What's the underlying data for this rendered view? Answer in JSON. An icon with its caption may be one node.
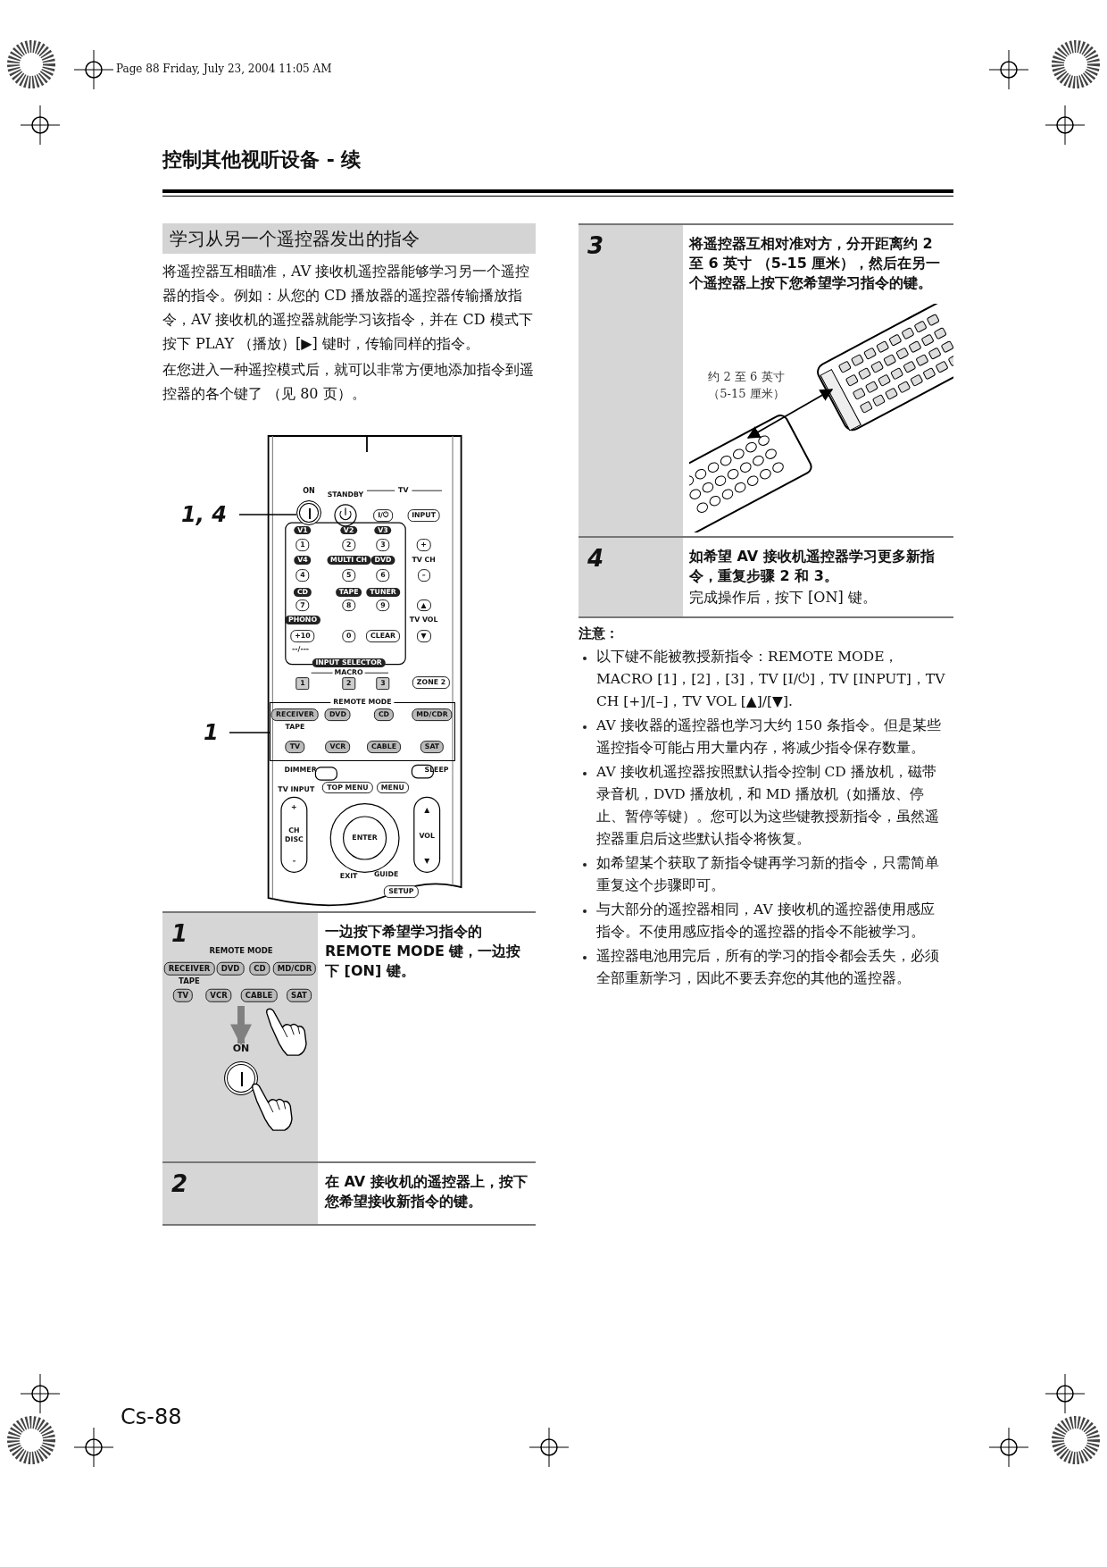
{
  "diagram": {
    "title": "控制其他视听设备 - 续",
    "nodes": [
      {
        "text": [
          "1, 4"
        ]
      },
      {
        "text": [
          "ON"
        ]
      },
      {
        "text": [
          "1"
        ]
      },
      {
        "text": [
          "REMOTE MODE"
        ]
      },
      {
        "text": [
          "REMOTE MODE"
        ]
      },
      {
        "text": [
          "ON"
        ]
      }
    ],
    "edges": [
      {
        "from": 0,
        "to": 1,
        "arrow": "none"
      },
      {
        "from": 2,
        "to": 3,
        "arrow": "none"
      },
      {
        "from": 4,
        "to": 5,
        "arrow": "to",
        "style": "thick",
        "color": "#808080"
      }
    ],
    "labels": [
      "Page 88 Friday, July 23, 2004 11:05 AM",
      "学习从另一个遥控器发出的指令",
      "将遥控器互相瞄准，AV 接收机遥控器能够学习另一个遥控器的指令。例如：从您的 CD 播放器的遥控器传输播放指令，AV 接收机的遥控器就能学习该指令，并在 CD 模式下按下 PLAY （播放）[▶] 键时，传输同样的指令。",
      "在您进入一种遥控模式后，就可以非常方便地添加指令到遥控器的各个键了 （见 80 页）。",
      "STANDBY",
      "TV",
      "I/⏻",
      "INPUT",
      "V1",
      "V2",
      "V3",
      "1",
      "2",
      "3",
      "+",
      "V4",
      "MULTI CH",
      "DVD",
      "TV CH",
      "4",
      "5",
      "6",
      "–",
      "CD",
      "TAPE",
      "TUNER",
      "7",
      "8",
      "9",
      "▲",
      "PHONO",
      "TV VOL",
      "+10",
      "0",
      "CLEAR",
      "▼",
      "--/---",
      "INPUT SELECTOR",
      "MACRO",
      "1",
      "2",
      "3",
      "ZONE 2",
      "RECEIVER",
      "DVD",
      "CD",
      "MD/CDR",
      "TAPE",
      "TV",
      "VCR",
      "CABLE",
      "SAT",
      "DIMMER",
      "SLEEP",
      "TV INPUT",
      "TOP MENU",
      "MENU",
      "+",
      "CH",
      "DISC",
      "–",
      "ENTER",
      "▲",
      "VOL",
      "▼",
      "EXIT",
      "GUIDE",
      "SETUP",
      "RECEIVER",
      "DVD",
      "CD",
      "MD/CDR",
      "TAPE",
      "TV",
      "VCR",
      "CABLE",
      "SAT",
      "1",
      "一边按下希望学习指令的 REMOTE MODE 键，一边按下 [ON] 键。",
      "2",
      "在 AV 接收机的遥控器上，按下您希望接收新指令的键。",
      "3",
      "将遥控器互相对准对方，分开距离约 2 至 6 英寸 （5-15 厘米），然后在另一个遥控器上按下您希望学习指令的键。",
      "约 2 至 6 英寸（5-15 厘米）",
      "4",
      "如希望 AV 接收机遥控器学习更多新指令，重复步骤 2 和 3。",
      "完成操作后，按下 [ON] 键。",
      "注意：",
      "以下键不能被教授新指令：REMOTE MODE，MACRO [1]，[2]，[3]，TV [I/⏻]，TV [INPUT]，TV CH [+]/[–]，TV VOL [▲]/[▼].",
      "AV 接收器的遥控器也学习大约 150 条指令。但是某些遥控指令可能占用大量内存，将减少指令保存数量。",
      "AV 接收机遥控器按照默认指令控制 CD 播放机，磁带录音机，DVD 播放机，和 MD 播放机（如播放、停止、暂停等键）。您可以为这些键教授新指令，虽然遥控器重启后这些默认指令将恢复。",
      "如希望某个获取了新指令键再学习新的指令，只需简单重复这个步骤即可。",
      "与大部分的遥控器相同，AV 接收机的遥控器使用感应指令。不使用感应指令的遥控器的指令不能被学习。",
      "遥控器电池用完后，所有的学习的指令都会丢失，必须全部重新学习，因此不要丢弃您的其他的遥控器。",
      "Cs-88"
    ]
  }
}
